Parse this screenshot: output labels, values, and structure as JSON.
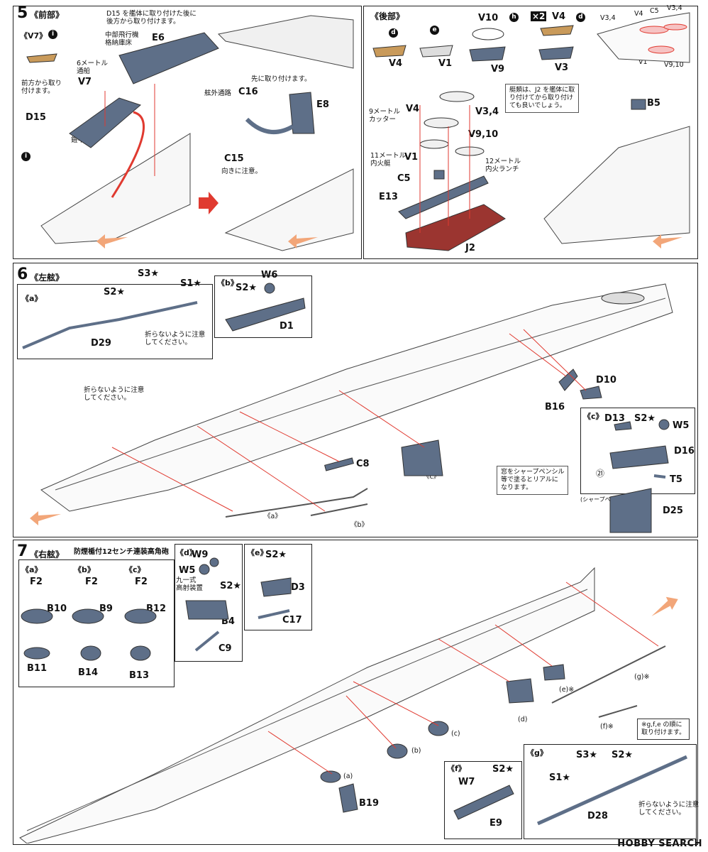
{
  "step5": {
    "num": "5",
    "title": "《前部》",
    "v7_title": "《V7》",
    "v7_badge": "i",
    "note_d15": "D15 を艦体に取り付けた後に\n後方から取り付けます。",
    "hangar": "中部飛行機\n格納庫床",
    "e6": "E6",
    "e6_top": "E6",
    "cutter6": "6メートル\n通船",
    "v7": "V7",
    "front_note": "前方から取り\n付けます。",
    "d15": "D15",
    "armor": "鎧甲板",
    "badge_i": "i",
    "pre_attach": "先に取り付けます。",
    "walkway": "舷外通路",
    "c16": "C16",
    "e8": "E8",
    "c15": "C15",
    "orient": "向きに注意。"
  },
  "stern": {
    "title": "《後部》",
    "d": "d",
    "e": "e",
    "h": "h",
    "x2": "×2",
    "v4a": "V4",
    "v1": "V1",
    "v10": "V10",
    "v9": "V9",
    "v4b": "V4",
    "v3": "V3",
    "ov_v34a": "V3,4",
    "ov_v4": "V4",
    "ov_c5": "C5",
    "ov_v34b": "V3,4",
    "ov_v1": "V1",
    "ov_v910": "V9,10",
    "cutter9": "9メートル\nカッター",
    "v4c": "V4",
    "v34": "V3,4",
    "v910": "V9,10",
    "boat11": "11メートル\n内火艇",
    "v1b": "V1",
    "launch12": "12メートル\n内火ランチ",
    "c5": "C5",
    "e13": "E13",
    "j2": "J2",
    "bubble": "艇類は、J2 を艦体に取\nり付けてから取り付け\nても良いでしょう。",
    "b5": "B5"
  },
  "step6": {
    "num": "6",
    "title": "《左舷》",
    "a": "《a》",
    "b": "《b》",
    "s3": "S3★",
    "s1": "S1★",
    "s2a": "S2★",
    "d29": "D29",
    "nobend": "折らないように注意\nしてください。",
    "s2b": "S2★",
    "w6": "W6",
    "d1": "D1",
    "nobend2": "折らないように注意\nしてください。",
    "d10": "D10",
    "b16": "B16",
    "c8": "C8",
    "c": "《c》",
    "a2": "《a》",
    "b2": "《b》",
    "c_head": "《c》",
    "d13": "D13",
    "s2c": "S2★",
    "w5": "W5",
    "d16": "D16",
    "n21": "㉑",
    "pencil": "窓をシャープペンシル\n等で塗るとリアルに\nなります。",
    "pencil_cap": "(シャープペンシル)",
    "t5": "T5",
    "d25": "D25"
  },
  "step7": {
    "num": "7",
    "title": "《右舷》",
    "subtitle": "防煙楯付12センチ連装高角砲",
    "a": "《a》",
    "b": "《b》",
    "c": "《c》",
    "d": "《d》",
    "e": "《e》",
    "f2a": "F2",
    "b10": "B10",
    "b11": "B11",
    "f2b": "F2",
    "b9": "B9",
    "b14": "B14",
    "f2c": "F2",
    "b12": "B12",
    "b13": "B13",
    "w9": "W9",
    "w5": "W5",
    "type91": "九一式\n高射装置",
    "s2d": "S2★",
    "b4": "B4",
    "c9": "C9",
    "s2e": "S2★",
    "d3": "D3",
    "c17": "C17",
    "lbl_d": "(d)",
    "lbl_e": "(e)※",
    "lbl_f": "(f)※",
    "lbl_g": "(g)※",
    "lbl_c": "(c)",
    "lbl_b": "(b)",
    "lbl_a": "(a)",
    "order": "※g,f,e の順に\n取り付けます。",
    "b19": "B19",
    "f_head": "《f》",
    "w7": "W7",
    "s2f": "S2★",
    "e9": "E9",
    "g_head": "《g》",
    "s3": "S3★",
    "s2g": "S2★",
    "s1": "S1★",
    "d28": "D28",
    "nobend": "折らないように注意\nしてください。"
  },
  "watermark": "HOBBY SEARCH",
  "colors": {
    "part": "#5e6f88",
    "arrow": "#e03a30",
    "hull": "#444444",
    "j2": "#9b3530",
    "orange": "#f2a679"
  }
}
